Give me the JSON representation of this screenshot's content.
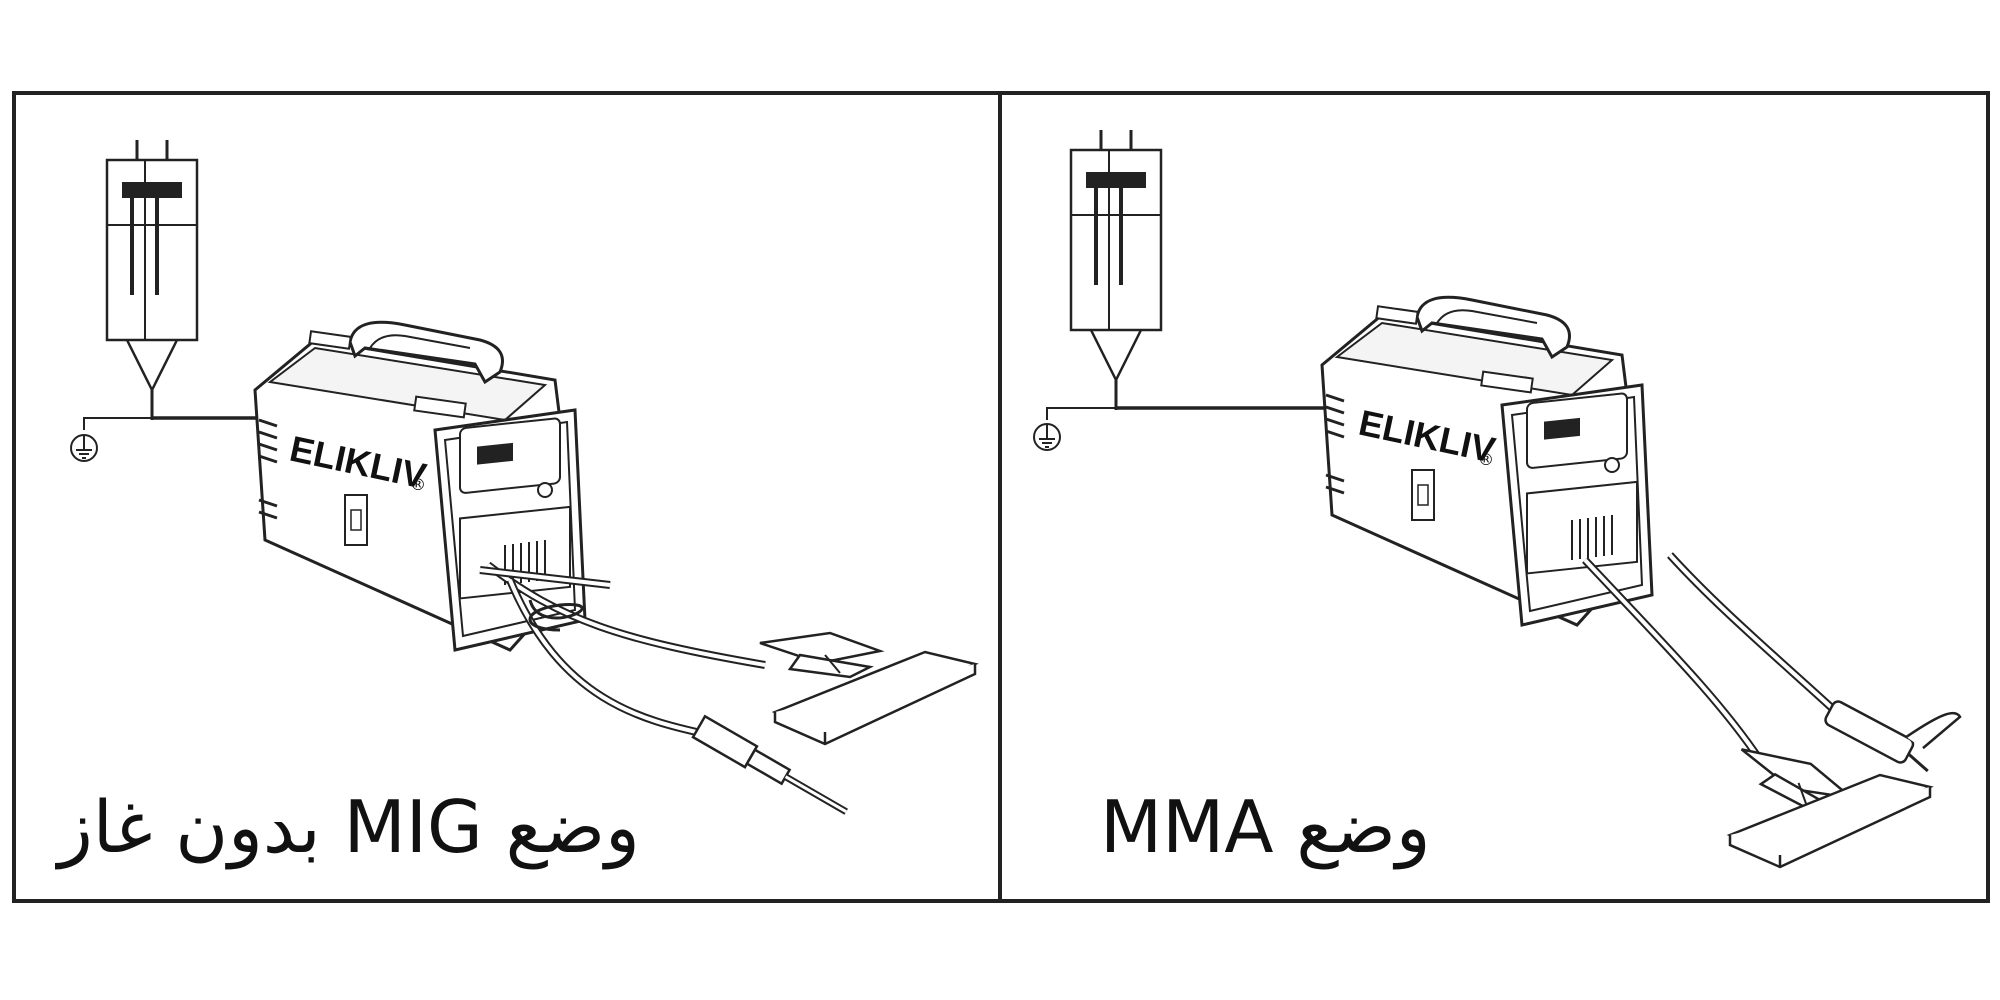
{
  "panels": [
    {
      "id": "mig-gasless",
      "caption": "وضع MIG بدون غاز",
      "brand": "ELIKLIV",
      "brand_mark": "®"
    },
    {
      "id": "mma",
      "caption": "وضع MMA",
      "brand": "ELIKLIV",
      "brand_mark": "®"
    }
  ],
  "colors": {
    "line": "#222222",
    "background": "#ffffff"
  }
}
